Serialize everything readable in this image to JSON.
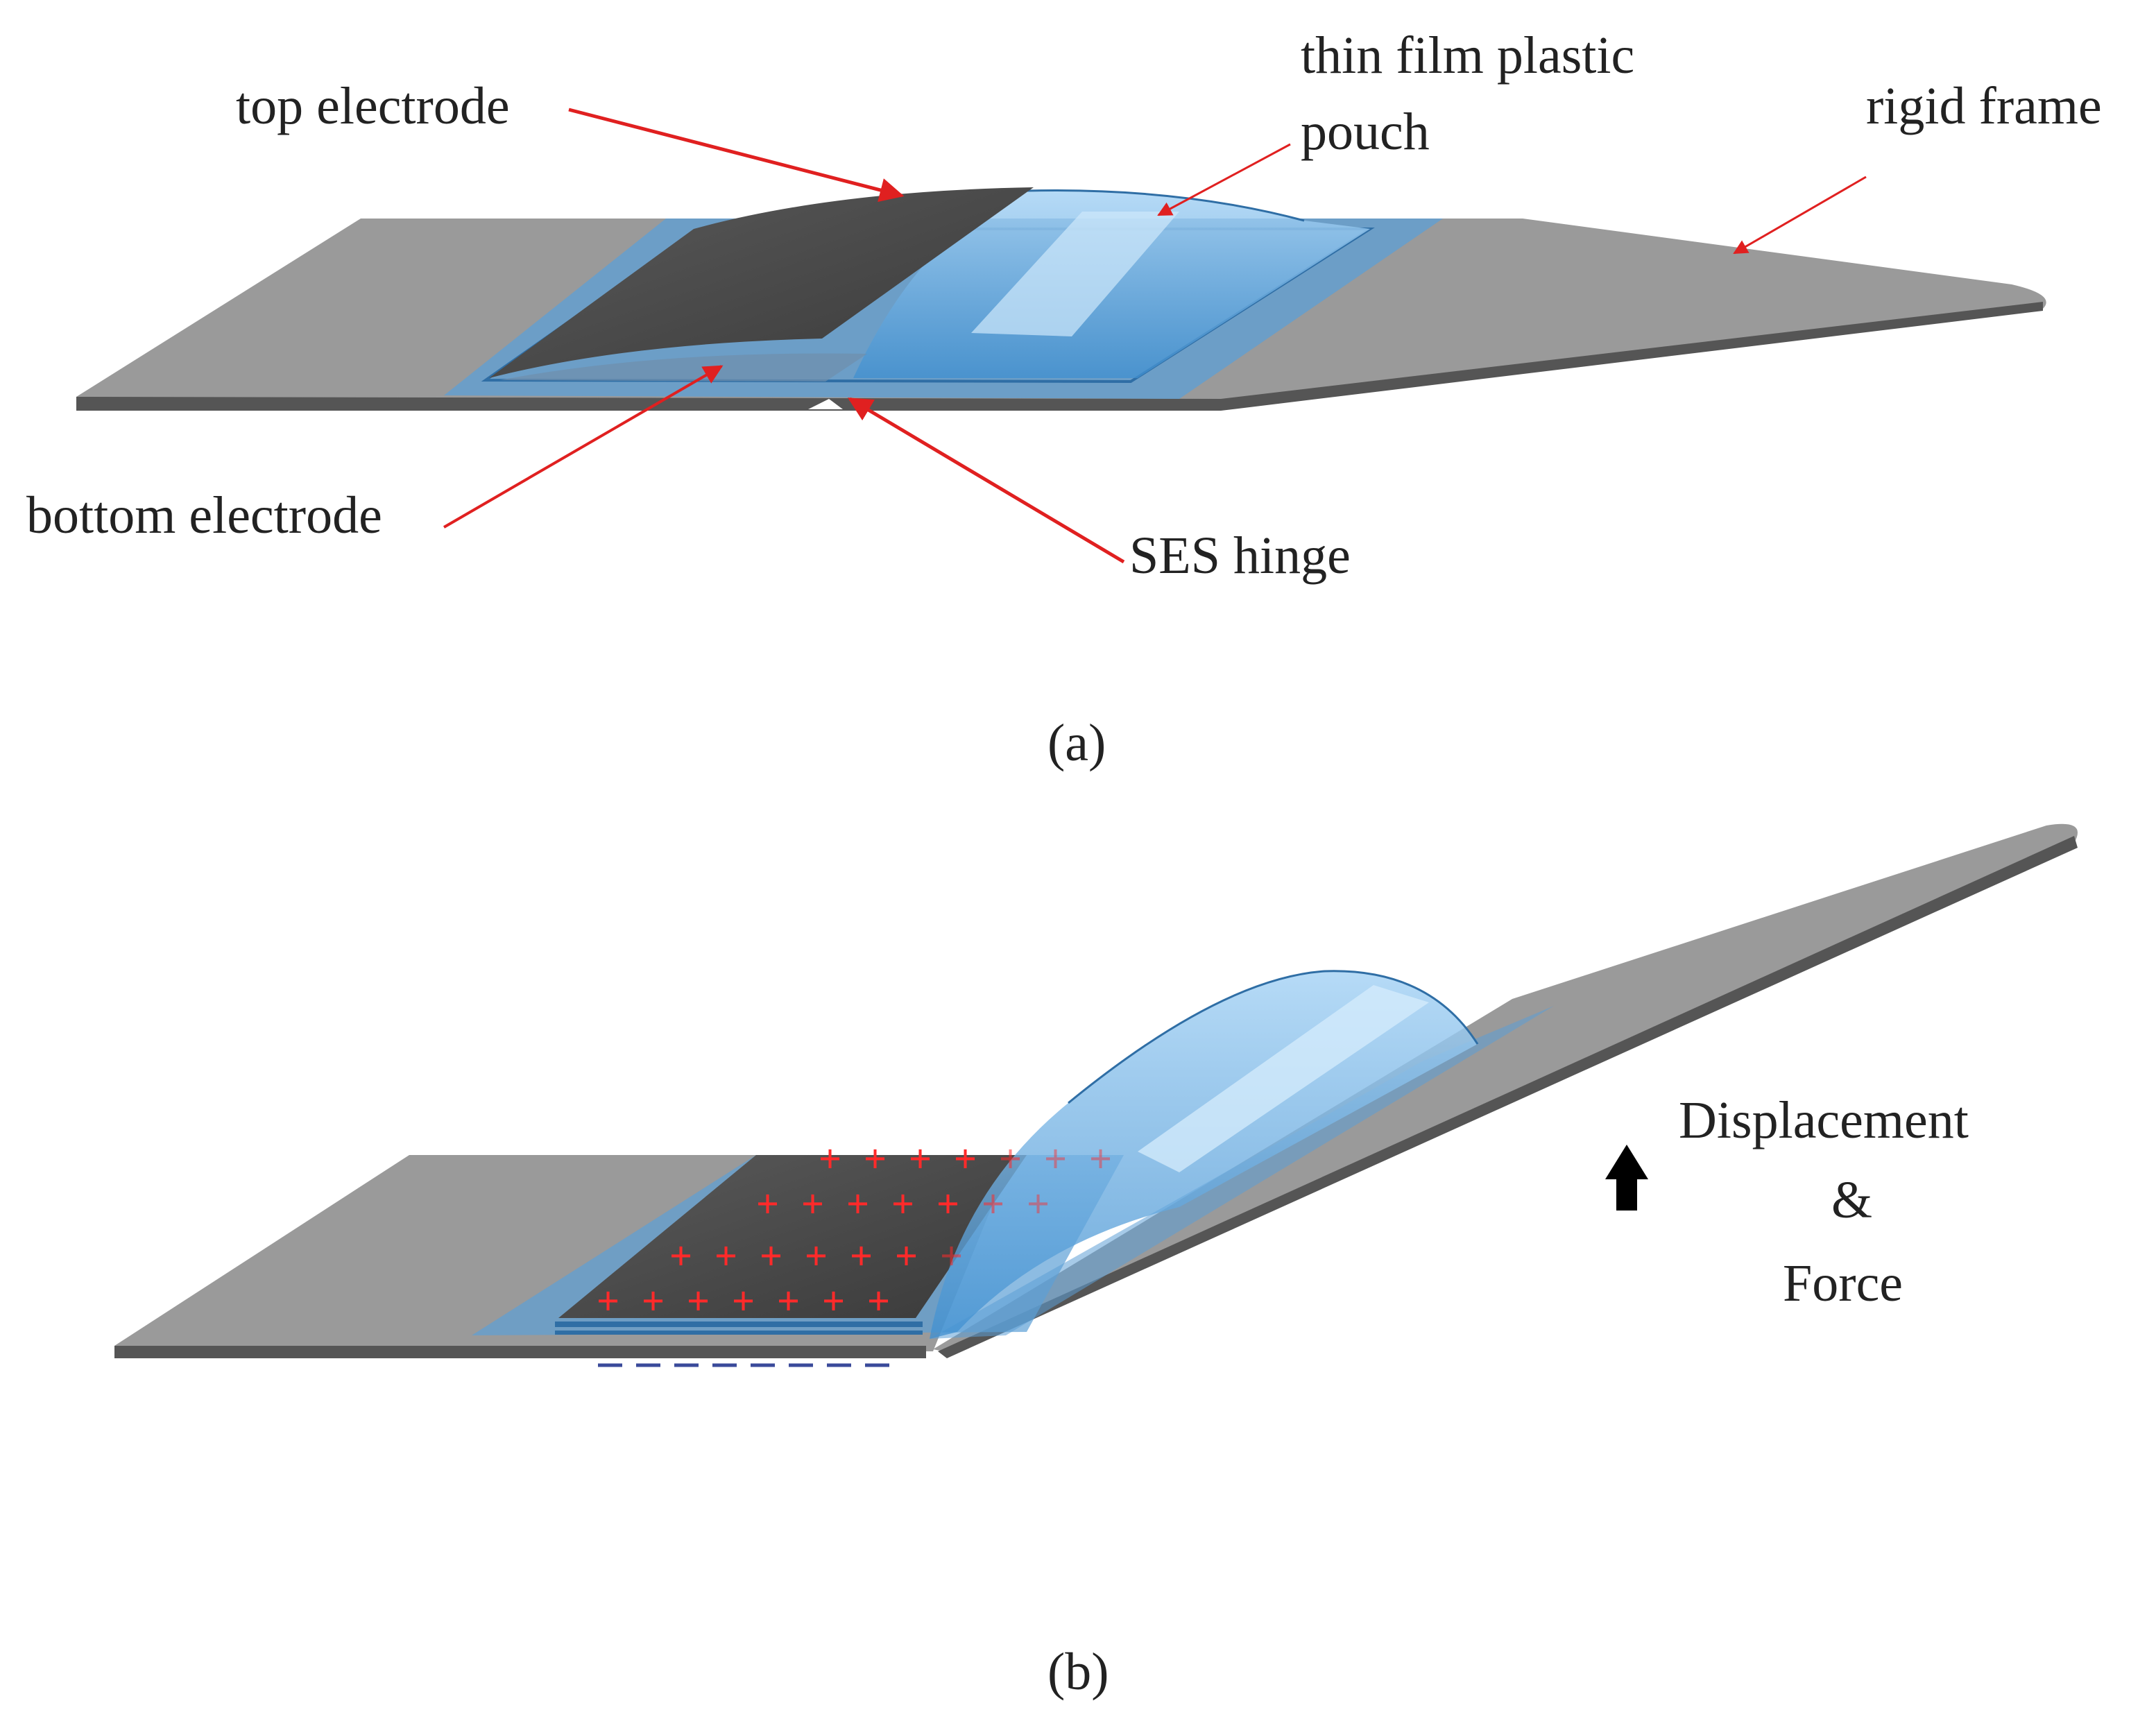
{
  "panel_a": {
    "labels": {
      "top_electrode": "top electrode",
      "thin_film_line1": "thin film plastic",
      "thin_film_line2": "pouch",
      "rigid_frame": "rigid frame",
      "bottom_electrode": "bottom electrode",
      "ses_hinge": "SES hinge"
    },
    "caption": "(a)"
  },
  "panel_b": {
    "labels": {
      "displacement": "Displacement",
      "ampersand": "&",
      "force": "Force"
    },
    "charges": {
      "positive": "+",
      "negative": "−"
    },
    "caption": "(b)"
  },
  "colors": {
    "frame": "#9a9a9a",
    "frame_edge": "#555555",
    "pouch": "#5aa6e0",
    "electrode": "#4a4a4a",
    "leader": "#e02020",
    "positive_charge": "#ff2a2a",
    "negative_charge": "#3a4a9a"
  },
  "icons": {
    "arrow": "up-arrow-icon"
  }
}
